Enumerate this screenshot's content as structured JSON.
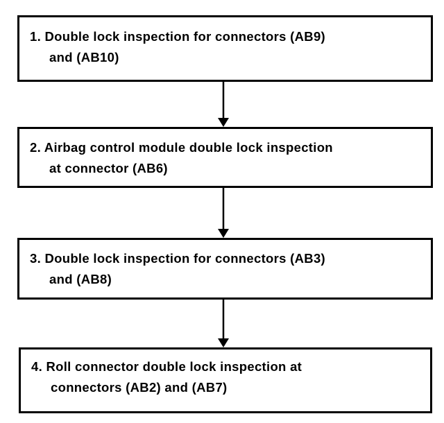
{
  "flowchart": {
    "steps": [
      {
        "line1": "1. Double lock inspection for connectors (AB9)",
        "line2": "and (AB10)"
      },
      {
        "line1": "2. Airbag control module double lock inspection",
        "line2": "at connector (AB6)"
      },
      {
        "line1": "3. Double lock inspection for connectors (AB3)",
        "line2": "and (AB8)"
      },
      {
        "line1": "4. Roll connector double lock inspection at",
        "line2": "connectors (AB2) and (AB7)"
      }
    ]
  }
}
